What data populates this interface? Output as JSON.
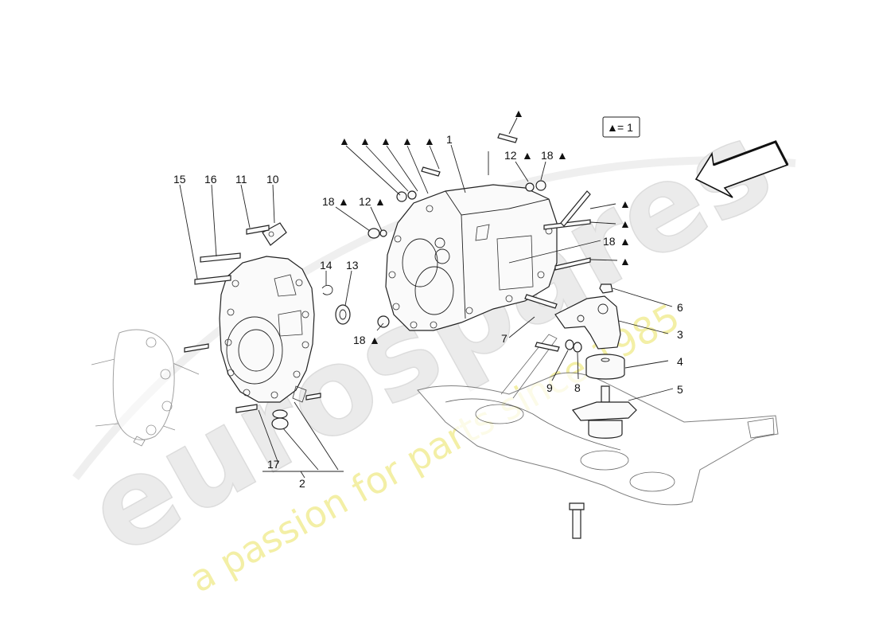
{
  "watermark": {
    "brand": "eurospares",
    "tagline": "a passion for parts since 1985"
  },
  "legend": {
    "symbol": "▲",
    "text": "= 1"
  },
  "triangle": "▲",
  "callouts": {
    "n1": "1",
    "n2": "2",
    "n3": "3",
    "n4": "4",
    "n5": "5",
    "n6": "6",
    "n7": "7",
    "n8": "8",
    "n9": "9",
    "n10": "10",
    "n11": "11",
    "n12": "12",
    "n13": "13",
    "n14": "14",
    "n15": "15",
    "n16": "16",
    "n17": "17",
    "n18": "18"
  },
  "colors": {
    "line": "#222222",
    "watermark_grey": "#ebebeb",
    "watermark_yellow": "#f3efa6"
  }
}
